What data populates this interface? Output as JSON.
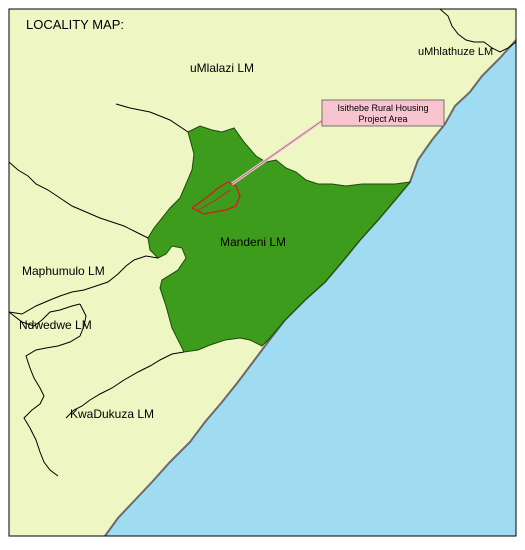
{
  "title": "LOCALITY MAP:",
  "callout": {
    "line1": "Isithebe Rural Housing",
    "line2": "Project Area"
  },
  "labels": {
    "umlalazi": "uMlalazi LM",
    "umhlathuze": "uMhlathuze LM",
    "mandeni": "Mandeni LM",
    "maphumulo": "Maphumulo LM",
    "ndwedwe": "Ndwedwe LM",
    "kwadukuza": "KwaDukuza LM"
  },
  "colors": {
    "land": "#eef6c4",
    "sea": "#9fdcf2",
    "highlight": "#3e9c1c",
    "project_outline": "#d02020",
    "callout_fill": "#f7c4d0",
    "boundary": "#000000",
    "coast": "#6a6a6a"
  }
}
